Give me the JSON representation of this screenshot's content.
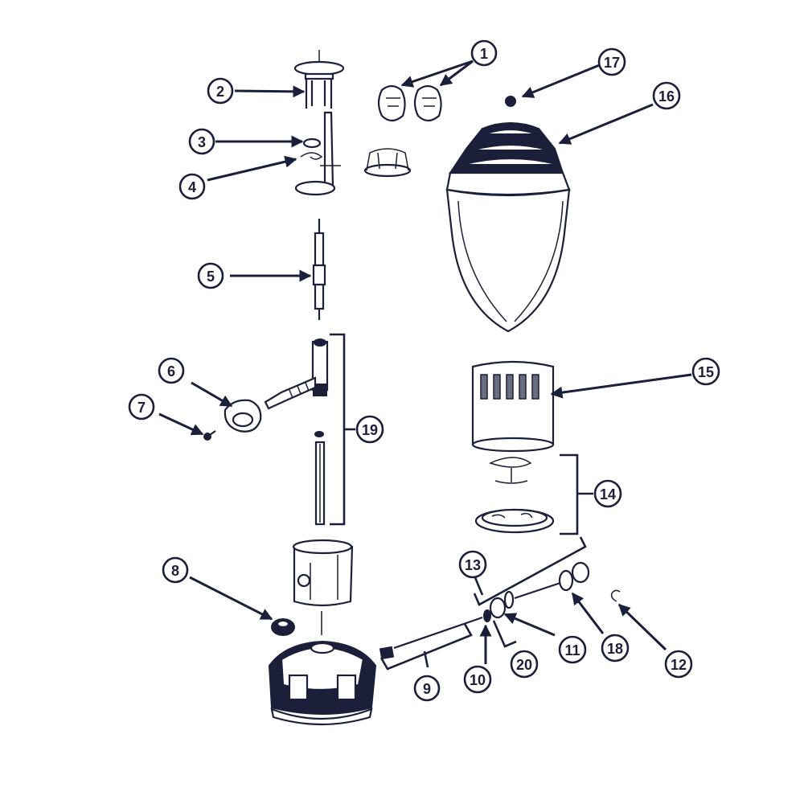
{
  "diagram": {
    "ink_color": "#1b1f3a",
    "background": "#ffffff",
    "callouts": [
      {
        "id": "c1",
        "label": "1"
      },
      {
        "id": "c2",
        "label": "2"
      },
      {
        "id": "c3",
        "label": "3"
      },
      {
        "id": "c4",
        "label": "4"
      },
      {
        "id": "c5",
        "label": "5"
      },
      {
        "id": "c6",
        "label": "6"
      },
      {
        "id": "c7",
        "label": "7"
      },
      {
        "id": "c8",
        "label": "8"
      },
      {
        "id": "c9",
        "label": "9"
      },
      {
        "id": "c10",
        "label": "10"
      },
      {
        "id": "c11",
        "label": "11"
      },
      {
        "id": "c12",
        "label": "12"
      },
      {
        "id": "c13",
        "label": "13"
      },
      {
        "id": "c14",
        "label": "14"
      },
      {
        "id": "c15",
        "label": "15"
      },
      {
        "id": "c16",
        "label": "16"
      },
      {
        "id": "c17",
        "label": "17"
      },
      {
        "id": "c18",
        "label": "18"
      },
      {
        "id": "c19",
        "label": "19"
      },
      {
        "id": "c20",
        "label": "20"
      }
    ]
  }
}
